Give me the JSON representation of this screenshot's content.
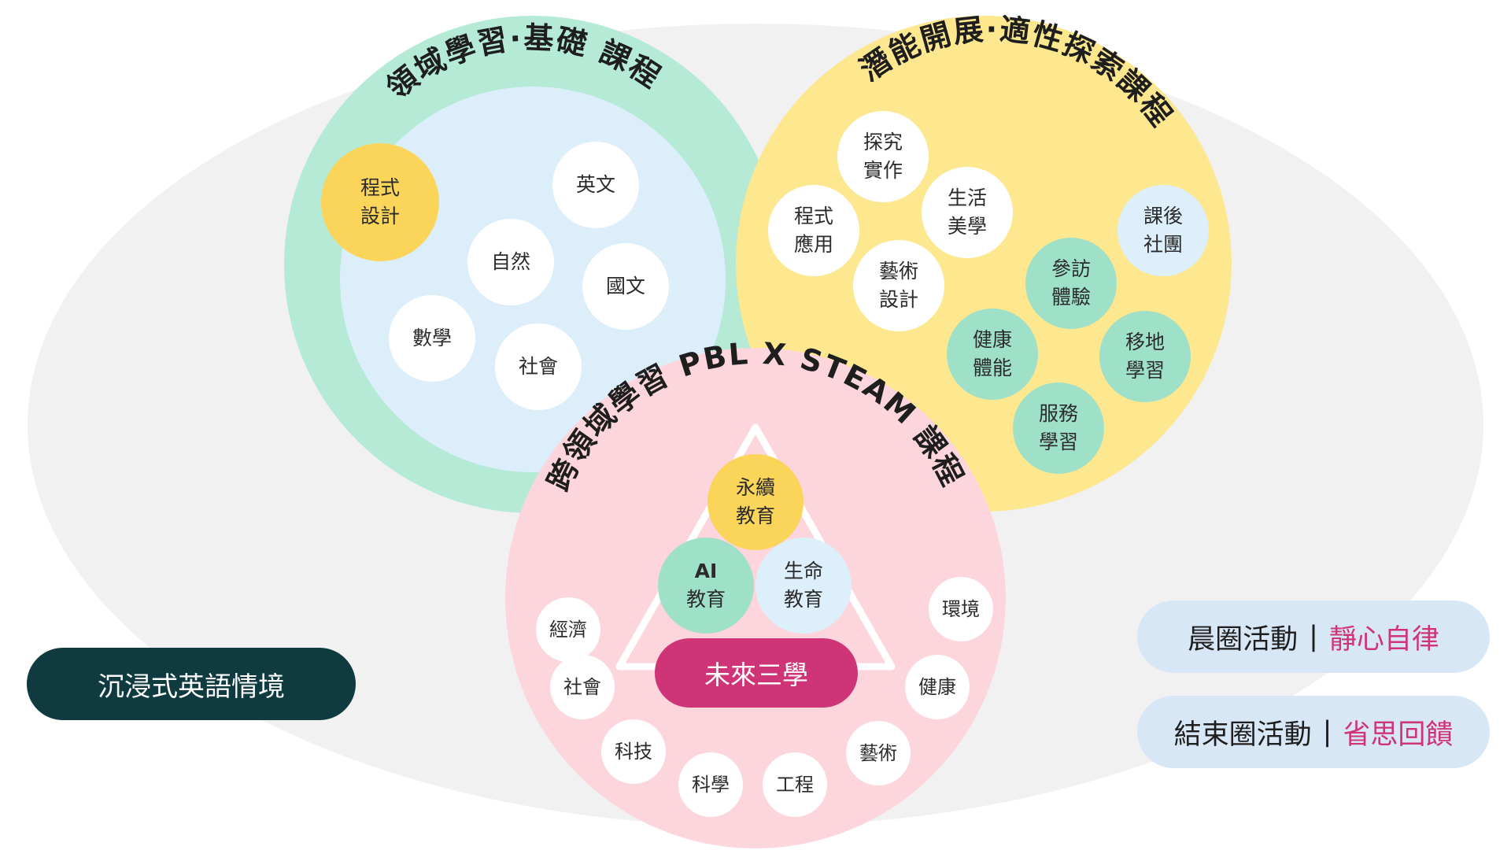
{
  "colors": {
    "foundation_ring": "#b4ead6",
    "foundation_inner": "#ddeefb",
    "potential_ring": "#fde78f",
    "cross_ring": "#fcd6dc",
    "ellipse": "#f1f1f1",
    "teal": "#9fe0c8",
    "yellow": "#fad55a",
    "lightblue": "#dceffb",
    "magenta": "#cf3576",
    "dark_pill": "#0f3a40",
    "pill_blue": "#d8e7f6"
  },
  "foundation": {
    "title": "領域學習·基礎 課程",
    "nodes": {
      "coding": [
        "程式",
        "設計"
      ],
      "english": "英文",
      "science": "自然",
      "chinese": "國文",
      "math": "數學",
      "social": "社會"
    }
  },
  "potential": {
    "title": "潛能開展·適性探索課程",
    "nodes": {
      "inquiry": [
        "探究",
        "實作"
      ],
      "coding_app": [
        "程式",
        "應用"
      ],
      "life_aesthetics": [
        "生活",
        "美學"
      ],
      "after_school": [
        "課後",
        "社團"
      ],
      "art_design": [
        "藝術",
        "設計"
      ],
      "visit": [
        "參訪",
        "體驗"
      ],
      "health": [
        "健康",
        "體能"
      ],
      "field_study": [
        "移地",
        "學習"
      ],
      "service": [
        "服務",
        "學習"
      ]
    }
  },
  "cross": {
    "title": "跨領域學習 PBL X STEAM 課程",
    "nodes": {
      "sustainability": [
        "永續",
        "教育"
      ],
      "ai": [
        "AI",
        "教育"
      ],
      "life_edu": [
        "生命",
        "教育"
      ],
      "economy": "經濟",
      "society": "社會",
      "technology": "科技",
      "science": "科學",
      "engineering": "工程",
      "arts": "藝術",
      "health": "健康",
      "environment": "環境"
    },
    "future_label": "未來三學"
  },
  "immersive_label": "沉浸式英語情境",
  "morning": {
    "label": "晨圈活動",
    "separator": "|",
    "highlight": "靜心自律"
  },
  "closing": {
    "label": "結束圈活動",
    "separator": "|",
    "highlight": "省思回饋"
  }
}
